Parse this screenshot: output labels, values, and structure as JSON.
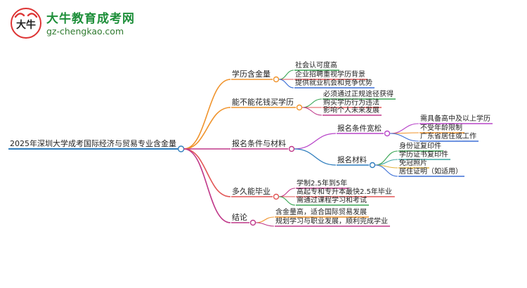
{
  "brand": {
    "name": "大牛教育成考网",
    "url": "gz-chengkao.com",
    "mark_text": "大牛"
  },
  "mindmap": {
    "root": "2025年深圳大学成考国际经济与贸易专业含金量",
    "branches": [
      {
        "label": "学历含金量",
        "color": "#f0932b",
        "children": [
          {
            "label": "社会认可度高",
            "color": "#3aa655"
          },
          {
            "label": "企业招聘重视学历背景",
            "color": "#e25555"
          },
          {
            "label": "提供就业机会和竞争优势",
            "color": "#3b6fd6"
          }
        ]
      },
      {
        "label": "能不能花钱买学历",
        "color": "#f0932b",
        "children": [
          {
            "label": "必须通过正规途径获得",
            "color": "#3aa655"
          },
          {
            "label": "购买学历行为违法",
            "color": "#e25555"
          },
          {
            "label": "影响个人未来发展",
            "color": "#c0398a"
          }
        ]
      },
      {
        "label": "报名条件与材料",
        "color": "#c0398a",
        "children": [
          {
            "label": "报名条件宽松",
            "color": "#b845c9",
            "children": [
              {
                "label": "需具备高中及以上学历",
                "color": "#b845c9"
              },
              {
                "label": "不受年龄限制",
                "color": "#f0932b"
              },
              {
                "label": "广东省居住或工作",
                "color": "#3b6fd6"
              }
            ]
          },
          {
            "label": "报名材料",
            "color": "#2e7dbd",
            "children": [
              {
                "label": "身份证复印件",
                "color": "#3aa655"
              },
              {
                "label": "学历证书复印件",
                "color": "#3aa6a0"
              },
              {
                "label": "免冠照片",
                "color": "#e3b23c"
              },
              {
                "label": "居住证明（如适用）",
                "color": "#3b6fd6"
              }
            ]
          }
        ]
      },
      {
        "label": "多久能毕业",
        "color": "#e25555",
        "children": [
          {
            "label": "学制2.5年到5年",
            "color": "#c0398a"
          },
          {
            "label": "高起专和专升本最快2.5年毕业",
            "color": "#e25555"
          },
          {
            "label": "需通过课程学习和考试",
            "color": "#3aa655"
          }
        ]
      },
      {
        "label": "结论",
        "color": "#c0398a",
        "children": [
          {
            "label": "含金量高，适合国际贸易发展",
            "color": "#f0932b"
          },
          {
            "label": "规划学习与职业发展，顺利完成学业",
            "color": "#c0398a"
          }
        ]
      }
    ]
  }
}
